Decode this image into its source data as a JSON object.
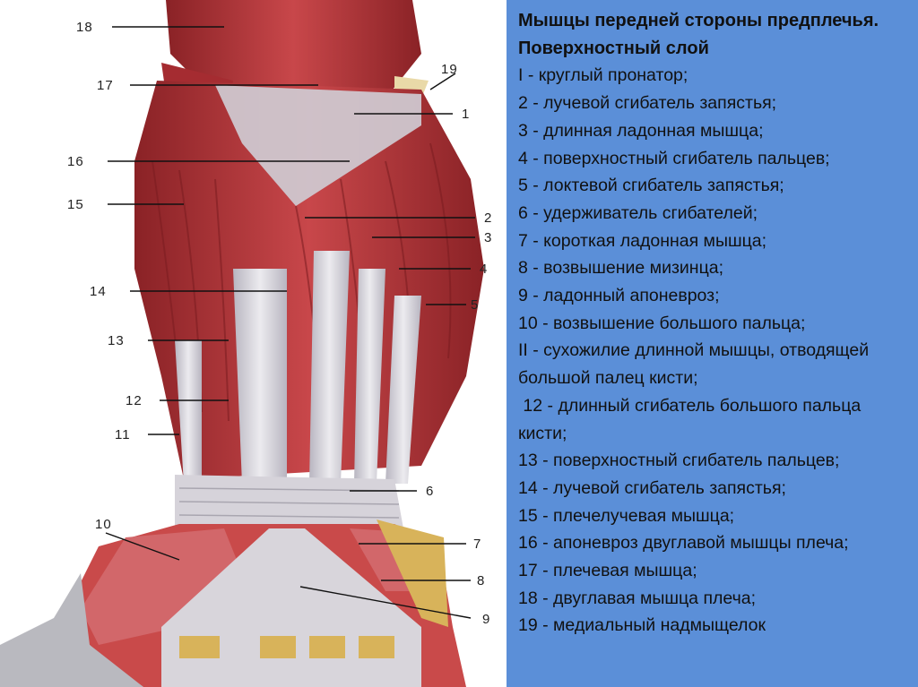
{
  "caption": {
    "title": "Мышцы передней стороны предплечья. Поверхностный слой",
    "items": [
      "I - круглый пронатор;",
      "2 - лучевой сгибатель запястья;",
      "3 - длинная ладонная мышца;",
      "4 - поверхностный сгибатель пальцев;",
      "5 - локтевой сгибатель запястья;",
      "6 - удерживатель сгибателей;",
      "7 - короткая ладонная мышца;",
      "8 - возвышение мизинца;",
      "9 - ладонный апоневроз;",
      "10 - возвышение большого пальца;",
      "II - сухожилие длинной мышцы, отводящей большой палец кисти;",
      " 12 - длинный сгибатель большого пальца кисти;",
      "13 - поверхностный сгибатель пальцев;",
      "14 - лучевой сгибатель запястья;",
      "15 - плечелучевая мышца;",
      "16 - апоневроз двуглавой мышцы плеча;",
      "17 - плечевая мышца;",
      "18 - двуглавая мышца плеча;",
      "19 - медиальный надмыщелок"
    ]
  },
  "illustration": {
    "labels_left": [
      "18",
      "17",
      "16",
      "15",
      "14",
      "13",
      "12",
      "11",
      "10"
    ],
    "labels_right": [
      "19",
      "1",
      "2",
      "3",
      "4",
      "5",
      "6",
      "7",
      "8",
      "9"
    ],
    "colors": {
      "muscle": "#b8363a",
      "muscle_dark": "#8a2226",
      "tendon": "#d9d6dc",
      "fat": "#d8b35a",
      "panel": "#5b8fd8"
    }
  }
}
